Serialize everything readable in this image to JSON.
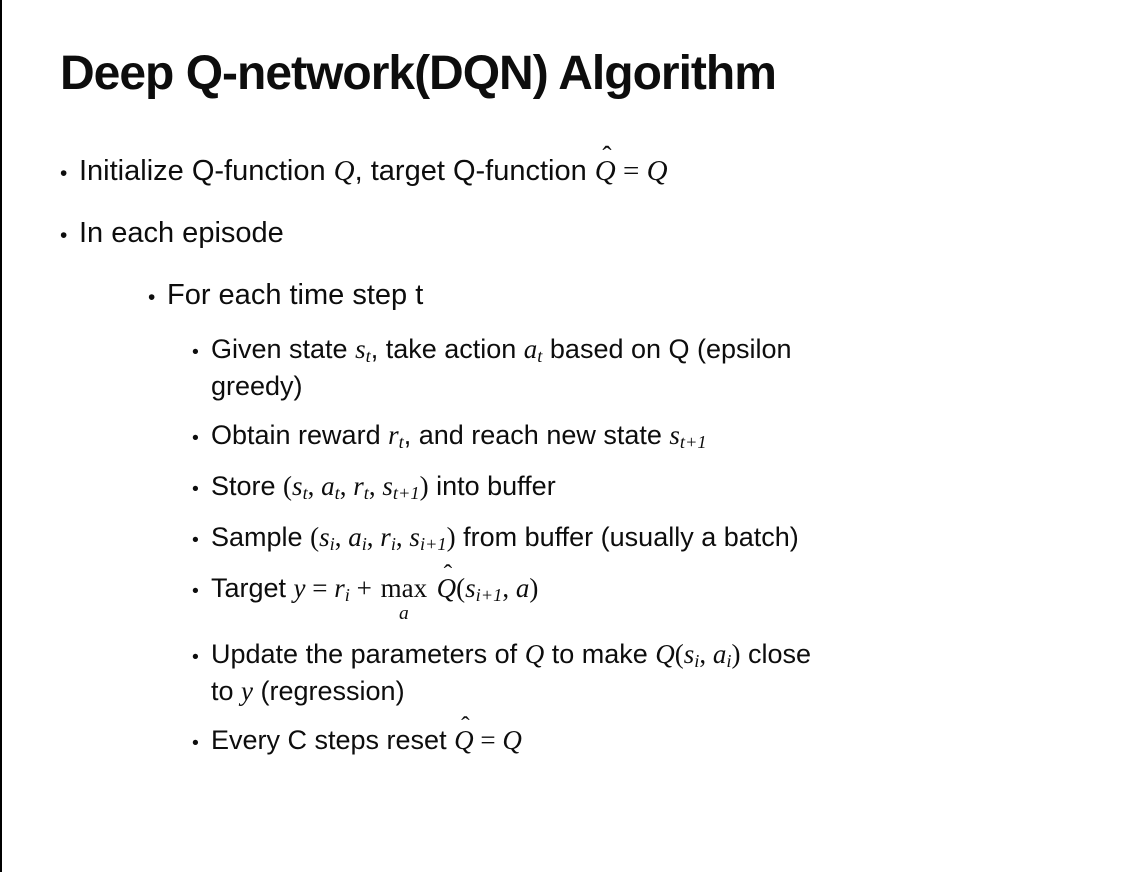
{
  "slide": {
    "title": "Deep Q-network(DQN) Algorithm",
    "bullet_glyph": "•",
    "colors": {
      "background": "#ffffff",
      "text": "#0d0d0d",
      "left_edge_line": "#000000"
    },
    "bullets": [
      {
        "level": 1,
        "segments": [
          {
            "style": "p",
            "text": "Initialize Q-function "
          },
          {
            "style": "v",
            "text": "Q"
          },
          {
            "style": "p",
            "text": ", target Q-function "
          },
          {
            "style": "v",
            "text": "Q",
            "hat": true
          },
          {
            "style": "m",
            "text": " = "
          },
          {
            "style": "v",
            "text": "Q"
          }
        ]
      },
      {
        "level": 1,
        "segments": [
          {
            "style": "p",
            "text": "In each episode"
          }
        ]
      },
      {
        "level": 2,
        "segments": [
          {
            "style": "p",
            "text": "For each time step t"
          }
        ]
      },
      {
        "level": 3,
        "segments": [
          {
            "style": "p",
            "text": "Given state "
          },
          {
            "style": "v",
            "text": "s",
            "sub": "t"
          },
          {
            "style": "p",
            "text": ", take action "
          },
          {
            "style": "v",
            "text": "a",
            "sub": "t"
          },
          {
            "style": "p",
            "text": " based on Q (epsilon"
          },
          {
            "style": "br"
          },
          {
            "style": "p",
            "text": "greedy)"
          }
        ]
      },
      {
        "level": 3,
        "segments": [
          {
            "style": "p",
            "text": "Obtain reward "
          },
          {
            "style": "v",
            "text": "r",
            "sub": "t"
          },
          {
            "style": "p",
            "text": ", and reach new state "
          },
          {
            "style": "v",
            "text": "s",
            "sub": "t+1"
          }
        ]
      },
      {
        "level": 3,
        "segments": [
          {
            "style": "p",
            "text": "Store "
          },
          {
            "style": "m",
            "text": "("
          },
          {
            "style": "v",
            "text": "s",
            "sub": "t"
          },
          {
            "style": "m",
            "text": ", "
          },
          {
            "style": "v",
            "text": "a",
            "sub": "t"
          },
          {
            "style": "m",
            "text": ", "
          },
          {
            "style": "v",
            "text": "r",
            "sub": "t"
          },
          {
            "style": "m",
            "text": ", "
          },
          {
            "style": "v",
            "text": "s",
            "sub": "t+1"
          },
          {
            "style": "m",
            "text": ")"
          },
          {
            "style": "p",
            "text": " into buffer"
          }
        ]
      },
      {
        "level": 3,
        "segments": [
          {
            "style": "p",
            "text": "Sample "
          },
          {
            "style": "m",
            "text": "("
          },
          {
            "style": "v",
            "text": "s",
            "sub": "i"
          },
          {
            "style": "m",
            "text": ", "
          },
          {
            "style": "v",
            "text": "a",
            "sub": "i"
          },
          {
            "style": "m",
            "text": ", "
          },
          {
            "style": "v",
            "text": "r",
            "sub": "i"
          },
          {
            "style": "m",
            "text": ", "
          },
          {
            "style": "v",
            "text": "s",
            "sub": "i+1"
          },
          {
            "style": "m",
            "text": ")"
          },
          {
            "style": "p",
            "text": " from buffer (usually a batch)"
          }
        ]
      },
      {
        "level": 3,
        "segments": [
          {
            "style": "p",
            "text": "Target "
          },
          {
            "style": "v",
            "text": "y"
          },
          {
            "style": "m",
            "text": " = "
          },
          {
            "style": "v",
            "text": "r",
            "sub": "i"
          },
          {
            "style": "m",
            "text": " + "
          },
          {
            "style": "munder",
            "text": "max",
            "under": "a"
          },
          {
            "style": "p",
            "text": " "
          },
          {
            "style": "v",
            "text": "Q",
            "hat": true
          },
          {
            "style": "m",
            "text": "("
          },
          {
            "style": "v",
            "text": "s",
            "sub": "i+1"
          },
          {
            "style": "m",
            "text": ", "
          },
          {
            "style": "v",
            "text": "a"
          },
          {
            "style": "m",
            "text": ")"
          }
        ]
      },
      {
        "level": 3,
        "segments": [
          {
            "style": "p",
            "text": "Update the parameters of "
          },
          {
            "style": "v",
            "text": "Q"
          },
          {
            "style": "p",
            "text": " to make "
          },
          {
            "style": "v",
            "text": "Q"
          },
          {
            "style": "m",
            "text": "("
          },
          {
            "style": "v",
            "text": "s",
            "sub": "i"
          },
          {
            "style": "m",
            "text": ", "
          },
          {
            "style": "v",
            "text": "a",
            "sub": "i"
          },
          {
            "style": "m",
            "text": ")"
          },
          {
            "style": "p",
            "text": " close"
          },
          {
            "style": "br"
          },
          {
            "style": "p",
            "text": "to "
          },
          {
            "style": "v",
            "text": "y"
          },
          {
            "style": "p",
            "text": " (regression)"
          }
        ]
      },
      {
        "level": 3,
        "segments": [
          {
            "style": "p",
            "text": "Every C steps reset "
          },
          {
            "style": "v",
            "text": "Q",
            "hat": true
          },
          {
            "style": "m",
            "text": " = "
          },
          {
            "style": "v",
            "text": "Q"
          }
        ]
      }
    ]
  }
}
